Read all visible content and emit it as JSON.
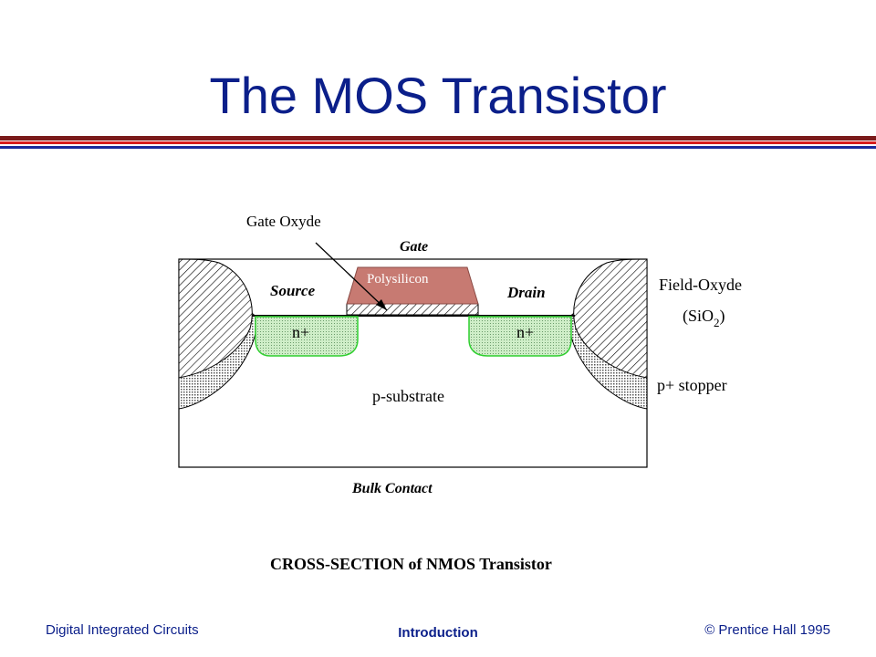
{
  "slide": {
    "title": "The MOS Transistor"
  },
  "diagram": {
    "gate_oxide_label": "Gate Oxyde",
    "gate_label": "Gate",
    "polysilicon_label": "Polysilicon",
    "source_label": "Source",
    "drain_label": "Drain",
    "source_region_label": "n+",
    "drain_region_label": "n+",
    "substrate_label": "p-substrate",
    "field_oxide_label": "Field-Oxyde",
    "field_oxide_formula_prefix": "(SiO",
    "field_oxide_formula_sub": "2",
    "field_oxide_formula_suffix": ")",
    "stopper_label": "p+ stopper",
    "bulk_label": "Bulk Contact",
    "caption": "CROSS-SECTION of NMOS Transistor",
    "colors": {
      "polysilicon": "#c77a72",
      "n_plus_region": "#cfeec8",
      "n_plus_outline": "#2fcf2f"
    }
  },
  "footer": {
    "left": "Digital Integrated Circuits",
    "center": "Introduction",
    "right": "© Prentice Hall 1995"
  }
}
